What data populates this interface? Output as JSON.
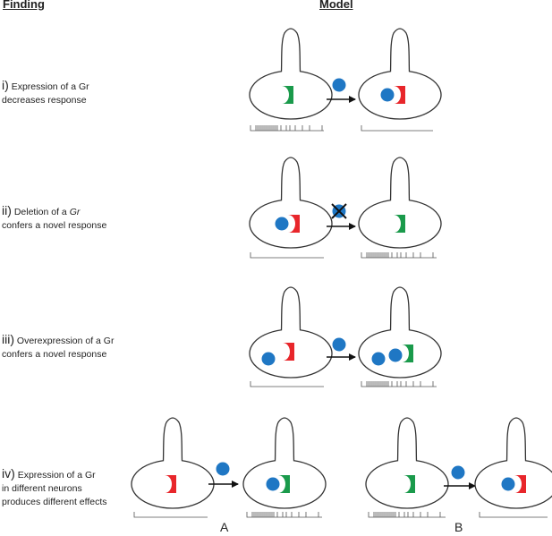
{
  "headers": {
    "finding": "Finding",
    "model": "Model"
  },
  "findings": [
    {
      "num": "i)",
      "line1": "Expression of a Gr",
      "line2": "decreases response"
    },
    {
      "num": "ii)",
      "line1": "Deletion of a",
      "line1_italic": "Gr",
      "line2": "confers a novel response"
    },
    {
      "num": "iii)",
      "line1": "Overexpression of a Gr",
      "line2": "confers a novel response"
    },
    {
      "num": "iv)",
      "line1": "Expression of a Gr",
      "line2": "in different neurons",
      "line3": "produces different effects"
    }
  ],
  "panel_labels": {
    "a": "A",
    "b": "B"
  },
  "colors": {
    "ligand": "#1f77c4",
    "receptor_red": "#e8262b",
    "receptor_green": "#1a9a4b",
    "outline": "#333333"
  }
}
